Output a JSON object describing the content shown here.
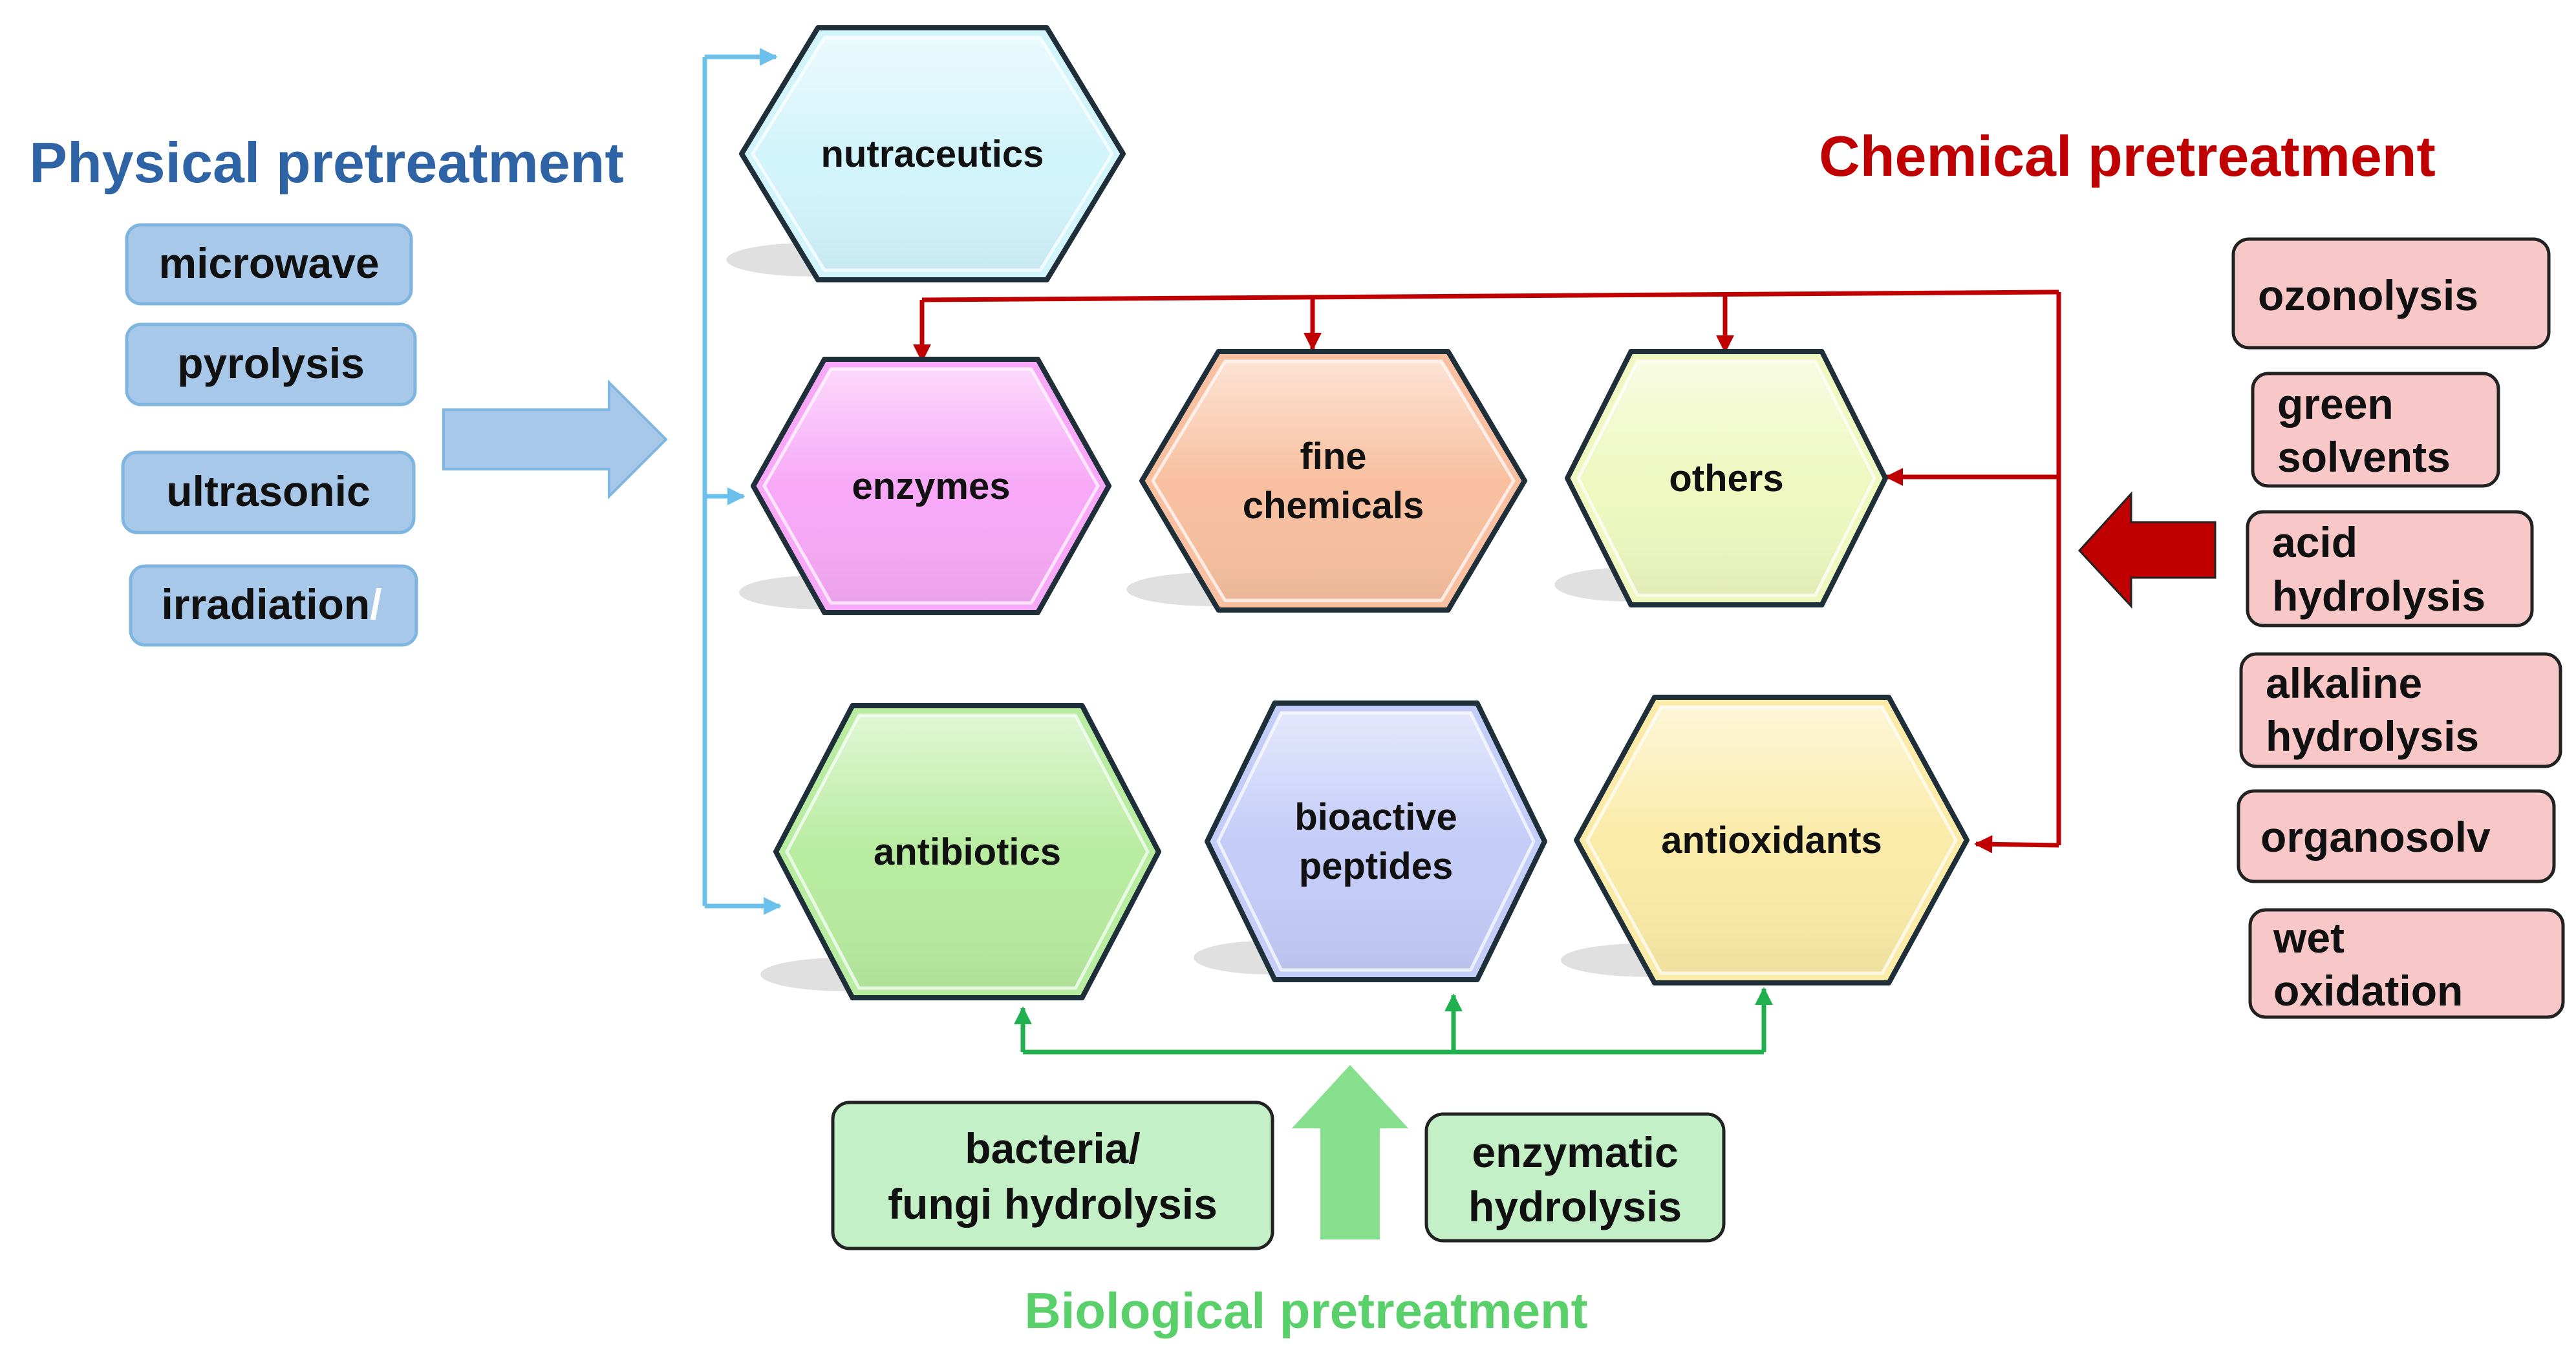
{
  "colors": {
    "physical": "#2e63a6",
    "chemical": "#c00000",
    "biological": "#5ad06a",
    "physical_box": "#a8c8ea",
    "physical_box_stroke": "#7fb6e0",
    "chemical_box": "#f8c8c8",
    "chemical_box_stroke": "#222222",
    "biological_box": "#c4f0c8",
    "biological_box_stroke": "#222222",
    "physical_line": "#6cc0ec",
    "chemical_line": "#c00000",
    "biological_line": "#20b050"
  },
  "physical": {
    "title": "Physical pretreatment",
    "methods": [
      "microwave",
      "pyrolysis",
      "ultrasonic",
      "irradiation"
    ],
    "irradiation_suffix": "/"
  },
  "chemical": {
    "title": "Chemical pretreatment",
    "methods": [
      [
        "ozonolysis"
      ],
      [
        "green",
        "solvents"
      ],
      [
        "acid",
        "hydrolysis"
      ],
      [
        "alkaline",
        "hydrolysis"
      ],
      [
        "organosolv"
      ],
      [
        "wet",
        "oxidation"
      ]
    ]
  },
  "biological": {
    "title": "Biological pretreatment",
    "methods": [
      [
        "bacteria/",
        "fungi hydrolysis"
      ],
      [
        "enzymatic",
        "hydrolysis"
      ]
    ]
  },
  "products": [
    {
      "id": "nutraceutics",
      "lines": [
        "nutraceutics"
      ],
      "fill": "#d2f4fb"
    },
    {
      "id": "enzymes",
      "lines": [
        "enzymes"
      ],
      "fill": "#f7a9f7"
    },
    {
      "id": "fine-chemicals",
      "lines": [
        "fine",
        "chemicals"
      ],
      "fill": "#f8c0a0"
    },
    {
      "id": "others",
      "lines": [
        "others"
      ],
      "fill": "#eef8c0"
    },
    {
      "id": "antibiotics",
      "lines": [
        "antibiotics"
      ],
      "fill": "#b8eca0"
    },
    {
      "id": "bioactive-peptides",
      "lines": [
        "bioactive",
        "peptides"
      ],
      "fill": "#c4ccf8"
    },
    {
      "id": "antioxidants",
      "lines": [
        "antioxidants"
      ],
      "fill": "#fbeba8"
    }
  ]
}
